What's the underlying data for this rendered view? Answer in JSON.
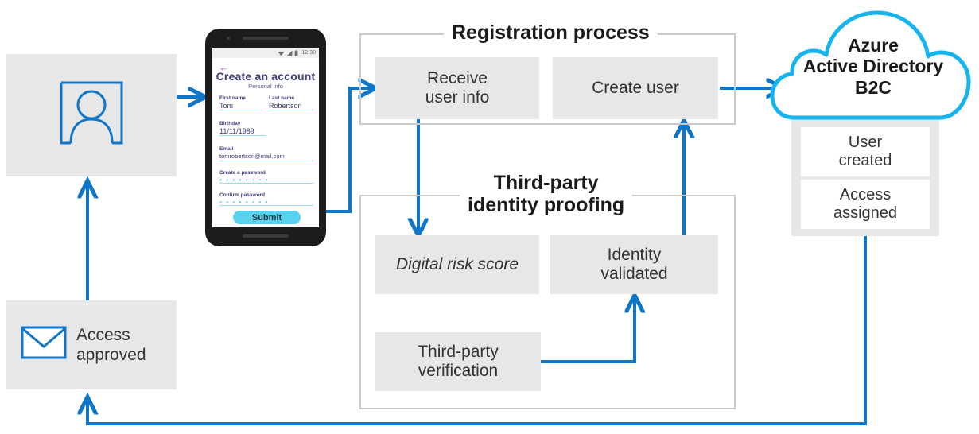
{
  "diagram": {
    "title": "Azure AD B2C identity proofing registration flow",
    "colors": {
      "accent_blue": "#0f76c8",
      "cloud_blue": "#15b4ef",
      "box_grey": "#e7e7e7",
      "frame_grey": "#c9c9c9",
      "text_dark": "#333333"
    }
  },
  "user_node": {
    "icon": "user-portrait-icon"
  },
  "access_approved": {
    "icon": "envelope-icon",
    "label": "Access\napproved",
    "line1": "Access",
    "line2": "approved"
  },
  "phone": {
    "status": {
      "time": "12:30",
      "icons": [
        "wifi-icon",
        "signal-icon",
        "battery-icon"
      ]
    },
    "back_icon": "back-arrow-icon",
    "title": "Create an account",
    "subtitle": "Personal info",
    "fields": [
      {
        "label": "First name",
        "value": "Tom",
        "type": "text"
      },
      {
        "label": "Last name",
        "value": "Robertson",
        "type": "text"
      },
      {
        "label": "Birthday",
        "value": "11/11/1989",
        "type": "text"
      },
      {
        "label": "Email",
        "value": "tomrobertson@mail.com",
        "type": "text"
      },
      {
        "label": "Create a password",
        "value": "• • • • • • • •",
        "type": "password"
      },
      {
        "label": "Confirm password",
        "value": "• • • • • • • •",
        "type": "password"
      }
    ],
    "submit_label": "Submit"
  },
  "registration_group": {
    "title": "Registration process",
    "boxes": [
      {
        "label": "Receive\nuser info",
        "line1": "Receive",
        "line2": "user info",
        "style": "normal"
      },
      {
        "label": "Create user",
        "line1": "Create user",
        "line2": "",
        "style": "normal"
      }
    ]
  },
  "identity_group": {
    "title_line1": "Third-party",
    "title_line2": "identity proofing",
    "boxes": [
      {
        "label": "Digital risk score",
        "line1": "Digital risk score",
        "line2": "",
        "style": "italic"
      },
      {
        "label": "Identity\nvalidated",
        "line1": "Identity",
        "line2": "validated",
        "style": "normal"
      },
      {
        "label": "Third-party\nverification",
        "line1": "Third-party",
        "line2": "verification",
        "style": "normal"
      }
    ]
  },
  "azure_cloud": {
    "line1": "Azure",
    "line2": "Active Directory",
    "line3": "B2C",
    "results": [
      {
        "line1": "User",
        "line2": "created"
      },
      {
        "line1": "Access",
        "line2": "assigned"
      }
    ]
  }
}
